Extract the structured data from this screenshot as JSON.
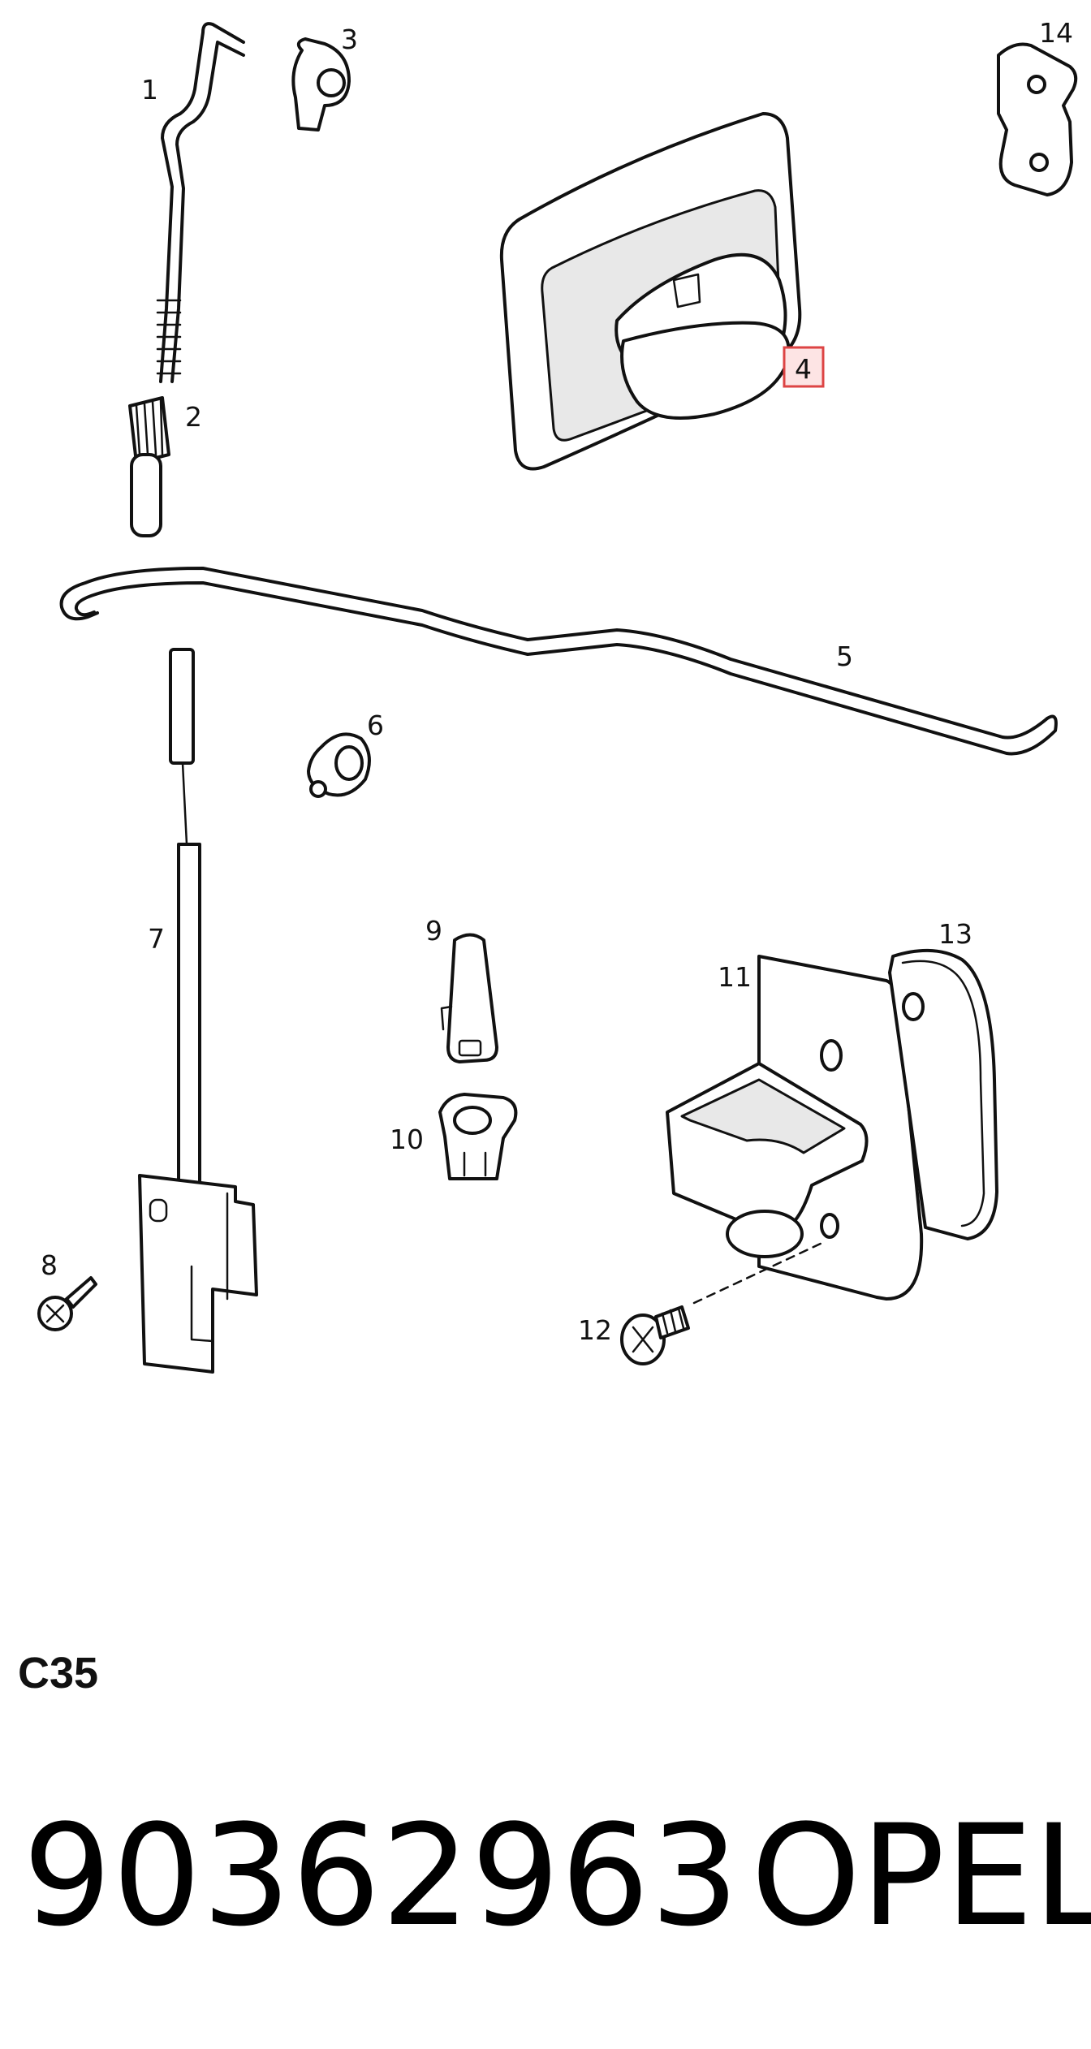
{
  "callouts": {
    "c1": "1",
    "c2": "2",
    "c3": "3",
    "c4": "4",
    "c5": "5",
    "c6": "6",
    "c7": "7",
    "c8": "8",
    "c9": "9",
    "c10": "10",
    "c11": "11",
    "c12": "12",
    "c13": "13",
    "c14": "14"
  },
  "highlighted_callout": "4",
  "highlight_color": "#d44444",
  "diagram_code": "C35",
  "part_number": "90362963",
  "brand": "OPEL"
}
